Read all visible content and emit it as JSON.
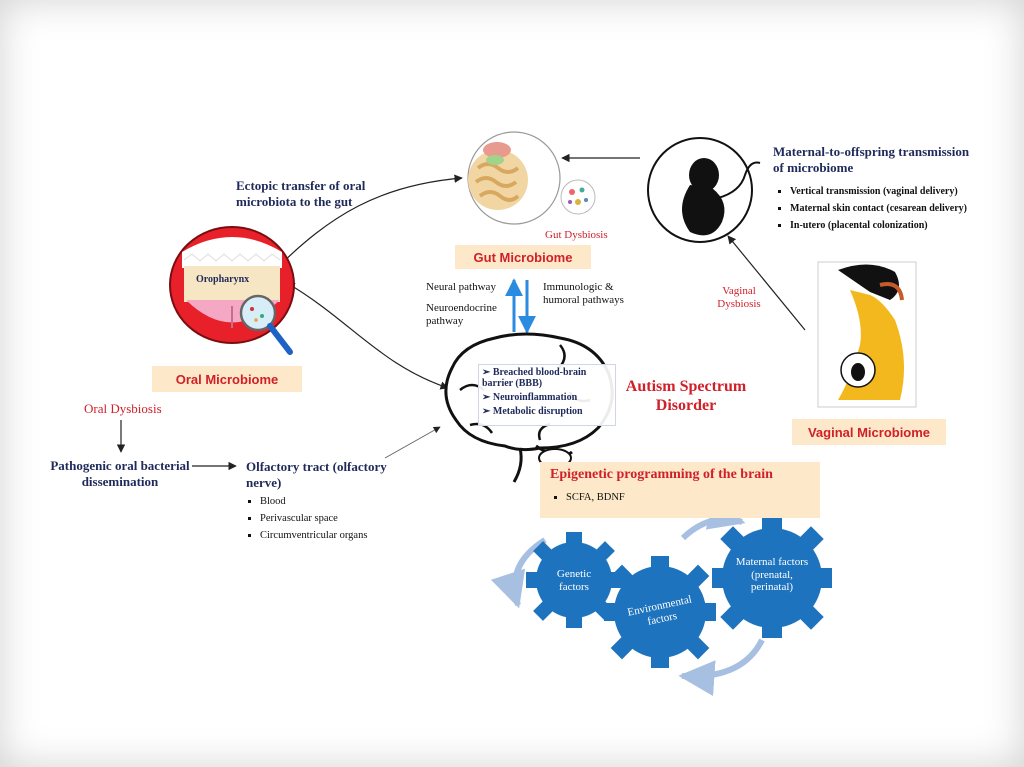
{
  "oral": {
    "ectopic_label": "Ectopic transfer of oral microbiota to the gut",
    "oropharynx_label": "Oropharynx",
    "box_label": "Oral Microbiome",
    "dysbiosis_label": "Oral Dysbiosis",
    "pathogenic_label": "Pathogenic oral bacterial dissemination",
    "olfactory_label": "Olfactory tract (olfactory nerve)",
    "routes": [
      "Blood",
      "Perivascular space",
      "Circumventricular organs"
    ]
  },
  "gut": {
    "dysbiosis_label": "Gut Dysbiosis",
    "box_label": "Gut Microbiome",
    "neural_label": "Neural pathway",
    "neuroendocrine_label": "Neuroendocrine pathway",
    "immunologic_label": "Immunologic & humoral pathways"
  },
  "maternal": {
    "title": "Maternal-to-offspring transmission of microbiome",
    "items": [
      "Vertical transmission (vaginal delivery)",
      "Maternal skin contact (cesarean delivery)",
      "In-utero (placental colonization)"
    ]
  },
  "vaginal": {
    "dysbiosis_label": "Vaginal Dysbiosis",
    "box_label": "Vaginal Microbiome"
  },
  "brain": {
    "effects": [
      "➢ Breached blood-brain barrier (BBB)",
      "➢ Neuroinflammation",
      "➢ Metabolic disruption"
    ],
    "asd_label": "Autism Spectrum Disorder"
  },
  "epigenetic": {
    "title": "Epigenetic programming of the brain",
    "item": "SCFA, BDNF"
  },
  "gears": {
    "genetic": "Genetic factors",
    "environmental": "Environmental factors",
    "maternal": "Maternal factors (prenatal, perinatal)"
  },
  "colors": {
    "navy": "#1f2a5a",
    "red": "#d0202a",
    "box_fill": "#fde9c9",
    "gear_blue": "#1e73be",
    "arrow_blue": "#2a8be0"
  }
}
